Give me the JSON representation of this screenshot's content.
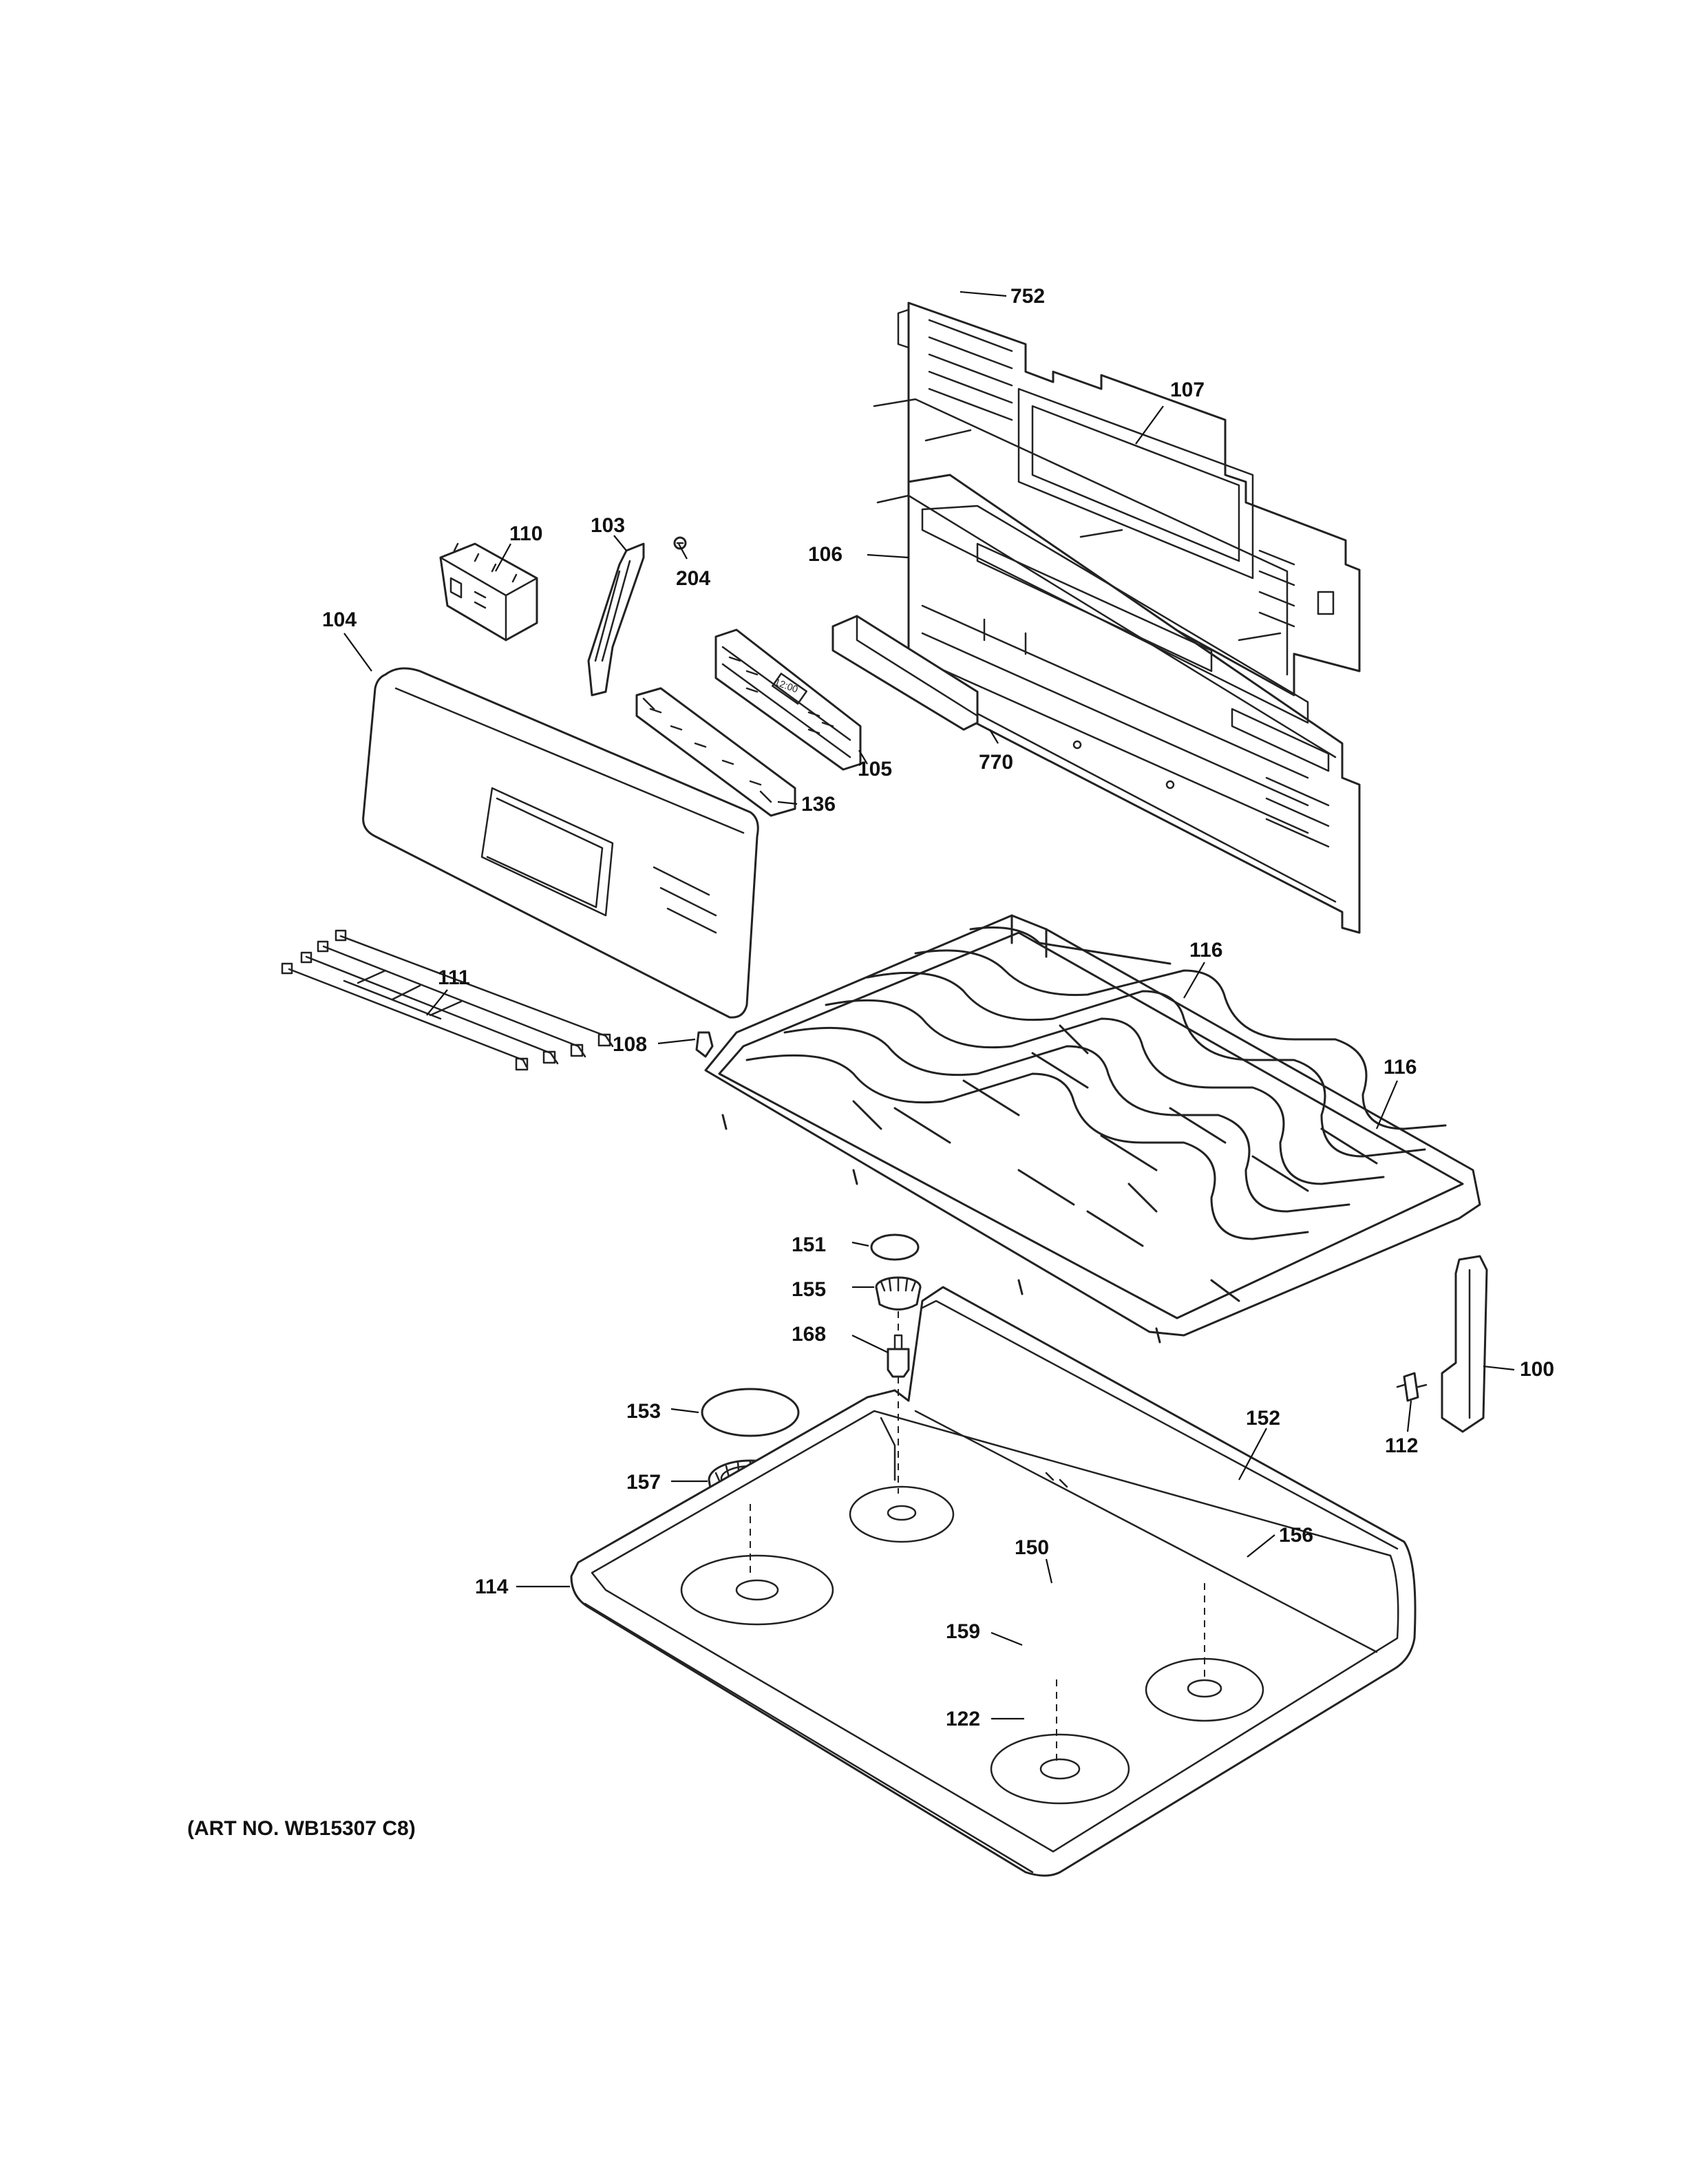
{
  "diagram": {
    "art_number": "(ART NO. WB15307 C8)",
    "callouts": {
      "p752": "752",
      "p107": "107",
      "p110": "110",
      "p103": "103",
      "p204": "204",
      "p106": "106",
      "p104": "104",
      "p770": "770",
      "p105": "105",
      "p136": "136",
      "p116a": "116",
      "p116b": "116",
      "p111": "111",
      "p108": "108",
      "p151": "151",
      "p155": "155",
      "p168": "168",
      "p100": "100",
      "p153": "153",
      "p152": "152",
      "p112": "112",
      "p157": "157",
      "p156": "156",
      "p150": "150",
      "p114": "114",
      "p159": "159",
      "p122": "122"
    },
    "clock_display": "12:00"
  }
}
